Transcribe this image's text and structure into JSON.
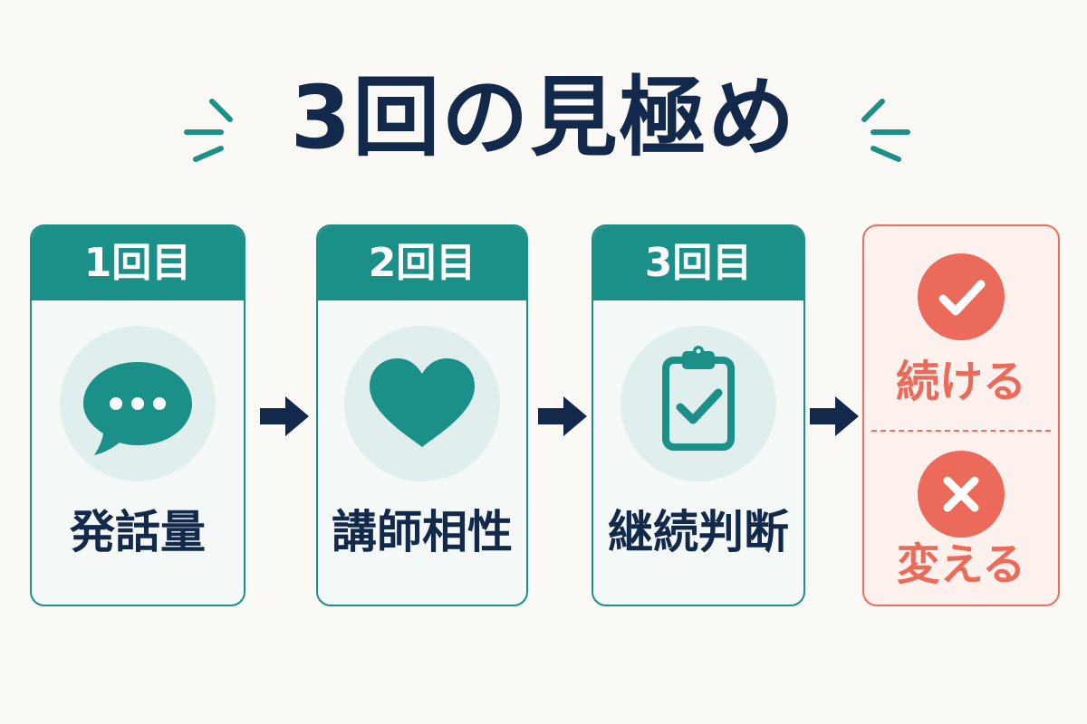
{
  "title": "3回の見極め",
  "steps": [
    {
      "header": "1回目",
      "label": "発話量",
      "icon": "chat-bubble-icon"
    },
    {
      "header": "2回目",
      "label": "講師相性",
      "icon": "heart-icon"
    },
    {
      "header": "3回目",
      "label": "継続判断",
      "icon": "clipboard-check-icon"
    }
  ],
  "result": {
    "continue_label": "続ける",
    "change_label": "変える",
    "continue_icon": "check-circle-icon",
    "change_icon": "cross-circle-icon"
  },
  "colors": {
    "primary": "#1a9088",
    "accent": "#ec6a5a",
    "text": "#13294b",
    "background": "#faf9f5"
  }
}
